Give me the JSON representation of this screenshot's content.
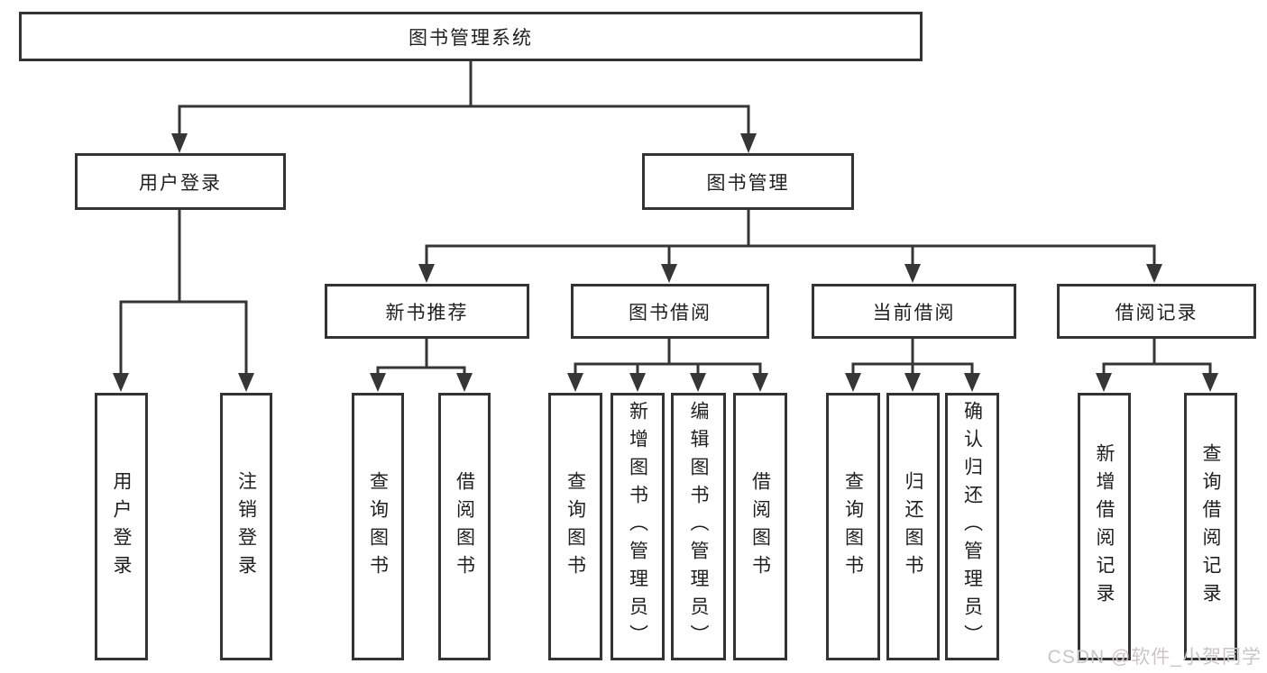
{
  "diagram_type": "feature-hierarchy-tree",
  "watermark": "CSDN @软件_小贺同学",
  "colors": {
    "line": "#363636",
    "box_border": "#333333",
    "box_fill": "#ffffff",
    "text": "#1f1f1f",
    "watermark": "#c9c6c6"
  },
  "tree": {
    "label": "图书管理系统",
    "children": [
      {
        "label": "用户登录",
        "children": [
          {
            "label": "用户登录"
          },
          {
            "label": "注销登录"
          }
        ]
      },
      {
        "label": "图书管理",
        "children": [
          {
            "label": "新书推荐",
            "children": [
              {
                "label": "查询图书"
              },
              {
                "label": "借阅图书"
              }
            ]
          },
          {
            "label": "图书借阅",
            "children": [
              {
                "label": "查询图书"
              },
              {
                "label": "新增图书（管理员）"
              },
              {
                "label": "编辑图书（管理员）"
              },
              {
                "label": "借阅图书"
              }
            ]
          },
          {
            "label": "当前借阅",
            "children": [
              {
                "label": "查询图书"
              },
              {
                "label": "归还图书"
              },
              {
                "label": "确认归还（管理员）"
              }
            ]
          },
          {
            "label": "借阅记录",
            "children": [
              {
                "label": "新增借阅记录"
              },
              {
                "label": "查询借阅记录"
              }
            ]
          }
        ]
      }
    ]
  }
}
